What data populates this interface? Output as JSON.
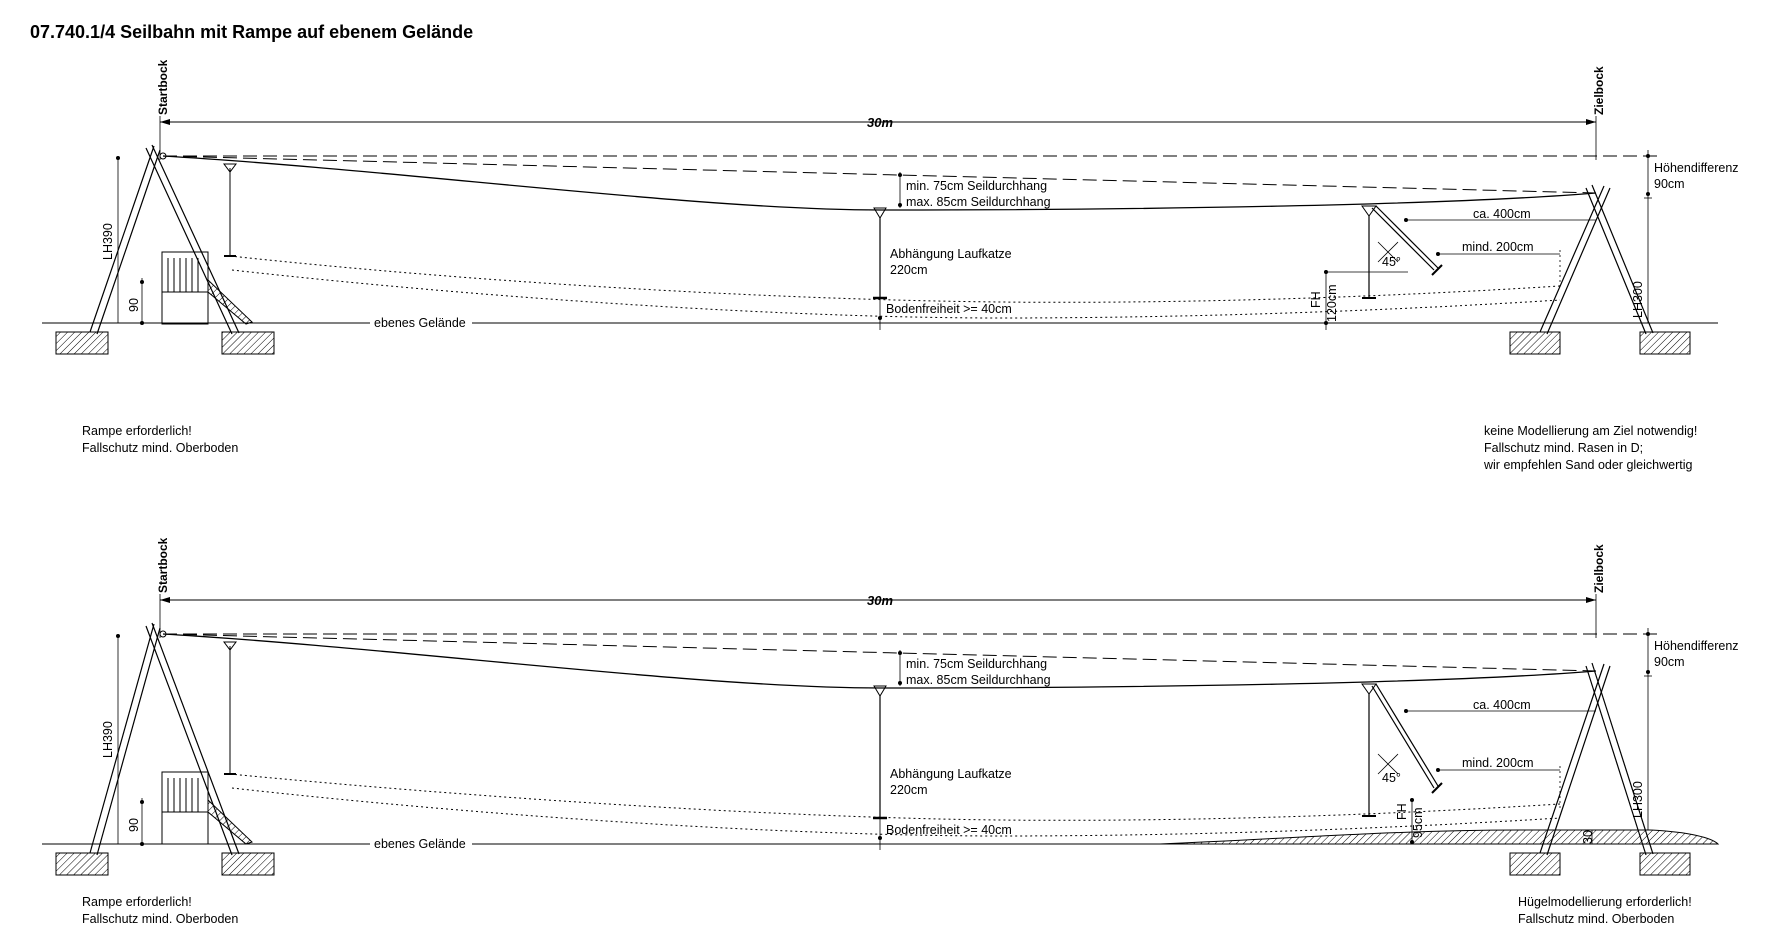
{
  "title": "07.740.1/4 Seilbahn mit Rampe auf ebenem Gelände",
  "diagrams": [
    {
      "start_label": "Startbock",
      "end_label": "Zielbock",
      "span": "30m",
      "sag_min": "min. 75cm Seildurchhang",
      "sag_max": "max. 85cm Seildurchhang",
      "hanger_label": "Abhängung Laufkatze",
      "hanger_value": "220cm",
      "clearance": "Bodenfreiheit >= 40cm",
      "ground": "ebenes Gelände",
      "height_diff_label": "Höhendifferenz",
      "height_diff_value": "90cm",
      "approx": "ca. 400cm",
      "min_dist": "mind. 200cm",
      "angle": "45°",
      "fh_label": "FH",
      "fh_value": "120cm",
      "lh_start": "LH390",
      "lh_end": "LH300",
      "ramp_height": "90",
      "notes_left": [
        "Rampe erforderlich!",
        "Fallschutz mind. Oberboden"
      ],
      "notes_right": [
        "keine Modellierung am Ziel notwendig!",
        "Fallschutz mind. Rasen in D;",
        "wir empfehlen Sand oder gleichwertig"
      ]
    },
    {
      "start_label": "Startbock",
      "end_label": "Zielbock",
      "span": "30m",
      "sag_min": "min. 75cm Seildurchhang",
      "sag_max": "max. 85cm Seildurchhang",
      "hanger_label": "Abhängung Laufkatze",
      "hanger_value": "220cm",
      "clearance": "Bodenfreiheit >= 40cm",
      "ground": "ebenes Gelände",
      "height_diff_label": "Höhendifferenz",
      "height_diff_value": "90cm",
      "approx": "ca. 400cm",
      "min_dist": "mind. 200cm",
      "angle": "45°",
      "fh_label": "FH",
      "fh_value": "95cm",
      "lh_start": "LH390",
      "lh_end": "LH300",
      "ramp_height": "90",
      "mound_height": "30",
      "notes_left": [
        "Rampe erforderlich!",
        "Fallschutz mind. Oberboden"
      ],
      "notes_right": [
        "Hügelmodellierung erforderlich!",
        "Fallschutz mind. Oberboden"
      ]
    }
  ]
}
